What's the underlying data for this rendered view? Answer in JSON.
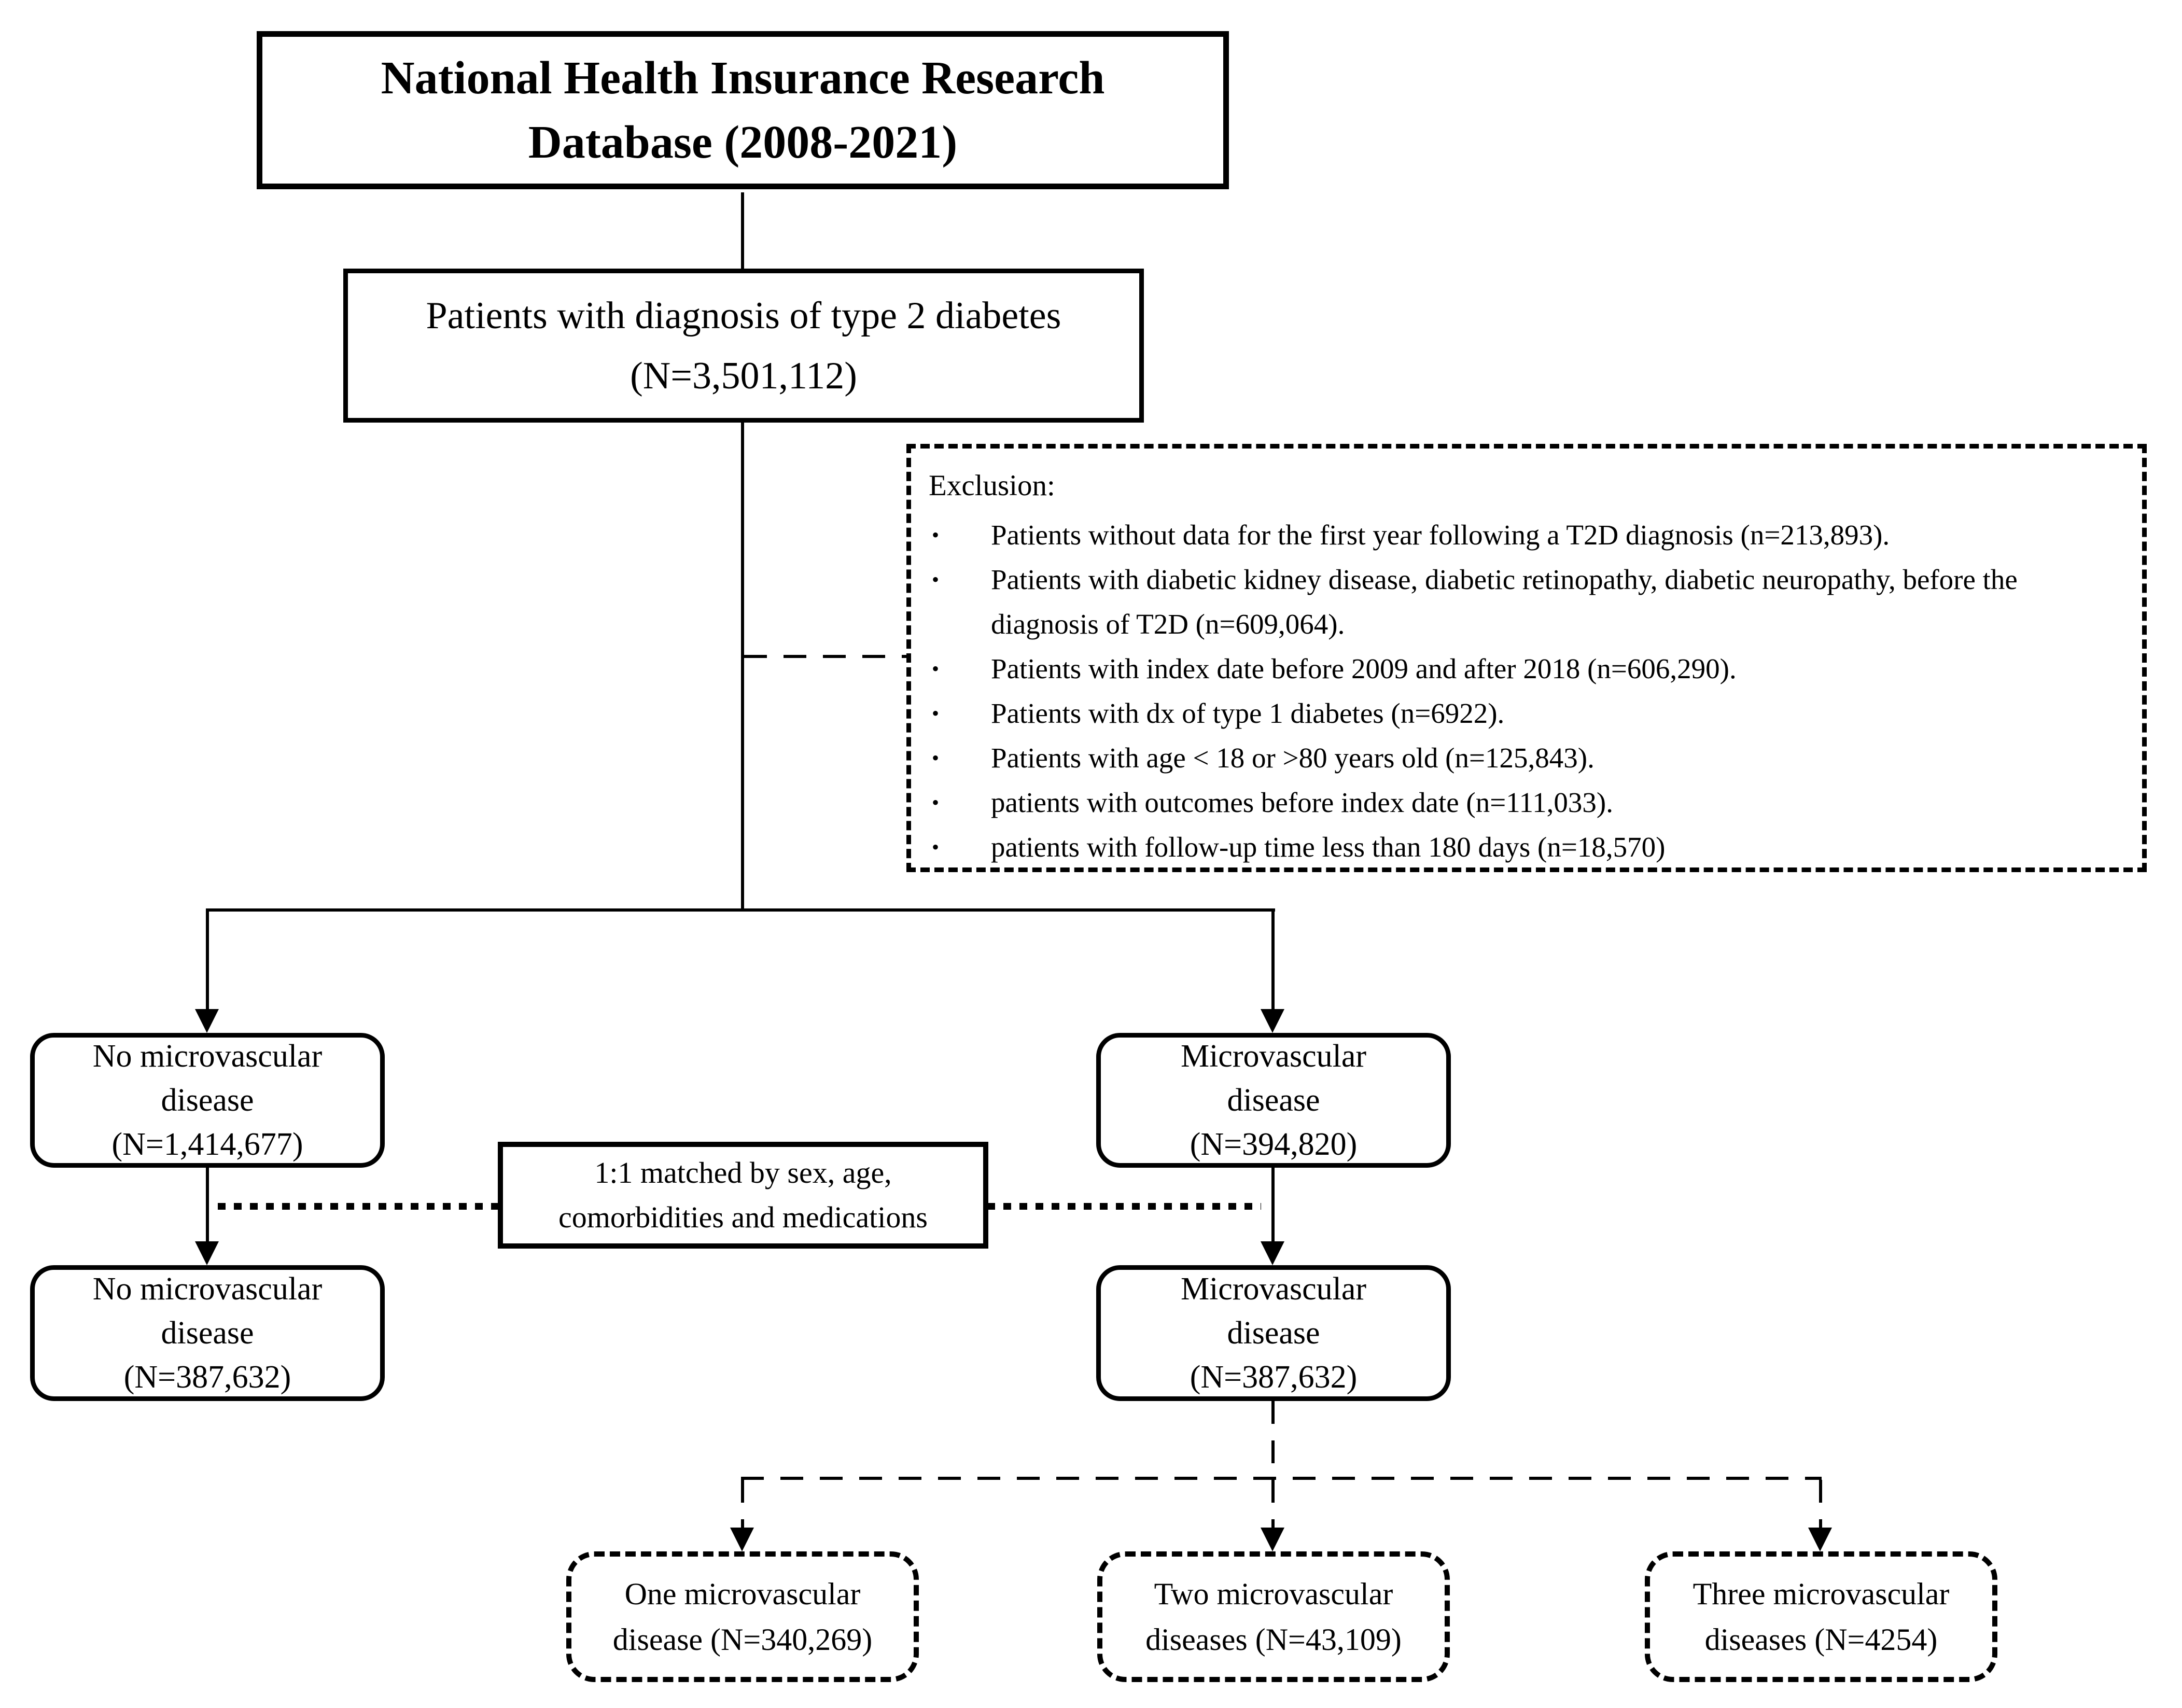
{
  "colors": {
    "ink": "#000000",
    "paper": "#ffffff"
  },
  "flowchart": {
    "source_box": {
      "lines": [
        "National Health Insurance Research",
        "Database (2008-2021)"
      ]
    },
    "t2d_box": {
      "lines": [
        "Patients with diagnosis of type 2 diabetes",
        "(N=3,501,112)"
      ]
    },
    "exclusion": {
      "heading": "Exclusion:",
      "bullet": "•",
      "items": [
        "Patients without data for the first year following a T2D diagnosis (n=213,893).",
        "Patients with diabetic kidney disease, diabetic retinopathy, diabetic neuropathy, before the diagnosis of T2D (n=609,064).",
        "Patients with index date before 2009 and after 2018 (n=606,290).",
        "Patients with dx of type 1 diabetes (n=6922).",
        "Patients with age < 18 or >80 years old (n=125,843).",
        "patients with outcomes before index date (n=111,033).",
        "patients with follow-up time less than 180 days (n=18,570)"
      ]
    },
    "unmatched_no_mvd": {
      "lines": [
        "No microvascular",
        "disease",
        "(N=1,414,677)"
      ]
    },
    "unmatched_mvd": {
      "lines": [
        "Microvascular",
        "disease",
        "(N=394,820)"
      ]
    },
    "match_box": {
      "lines": [
        "1:1 matched by sex, age,",
        "comorbidities and medications"
      ]
    },
    "matched_no_mvd": {
      "lines": [
        "No microvascular",
        "disease",
        "(N=387,632)"
      ]
    },
    "matched_mvd": {
      "lines": [
        "Microvascular",
        "disease",
        "(N=387,632)"
      ]
    },
    "one_mvd": {
      "lines": [
        "One microvascular",
        "disease (N=340,269)"
      ]
    },
    "two_mvd": {
      "lines": [
        "Two microvascular",
        "diseases (N=43,109)"
      ]
    },
    "three_mvd": {
      "lines": [
        "Three microvascular",
        "diseases (N=4254)"
      ]
    }
  }
}
